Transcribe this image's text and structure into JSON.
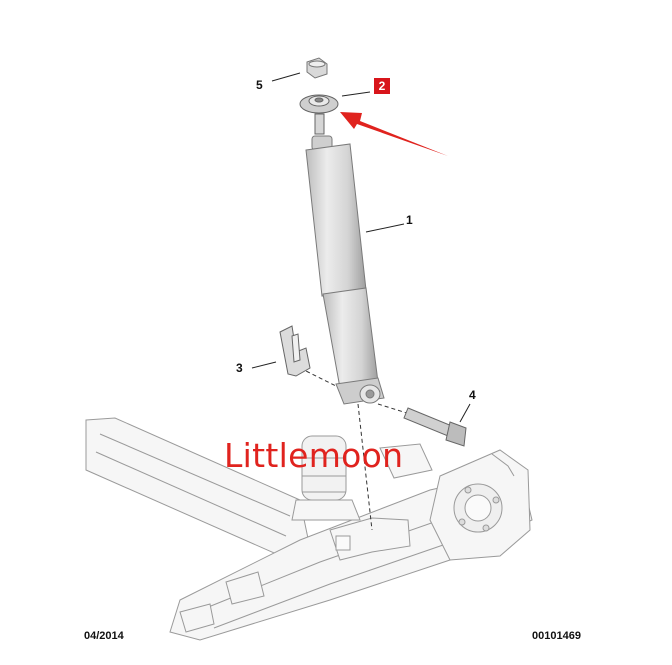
{
  "callouts": {
    "shock_absorber": "1",
    "mounting_bracket": "3",
    "lower_bolt": "4",
    "top_nut": "5"
  },
  "highlight": {
    "badge_label": "2",
    "badge_color": "#d8151b",
    "arrow_color": "#e0231e"
  },
  "watermark": {
    "text": "Littlemoon",
    "color": "#e0231e"
  },
  "footer": {
    "date": "04/2014",
    "reference": "00101469"
  }
}
